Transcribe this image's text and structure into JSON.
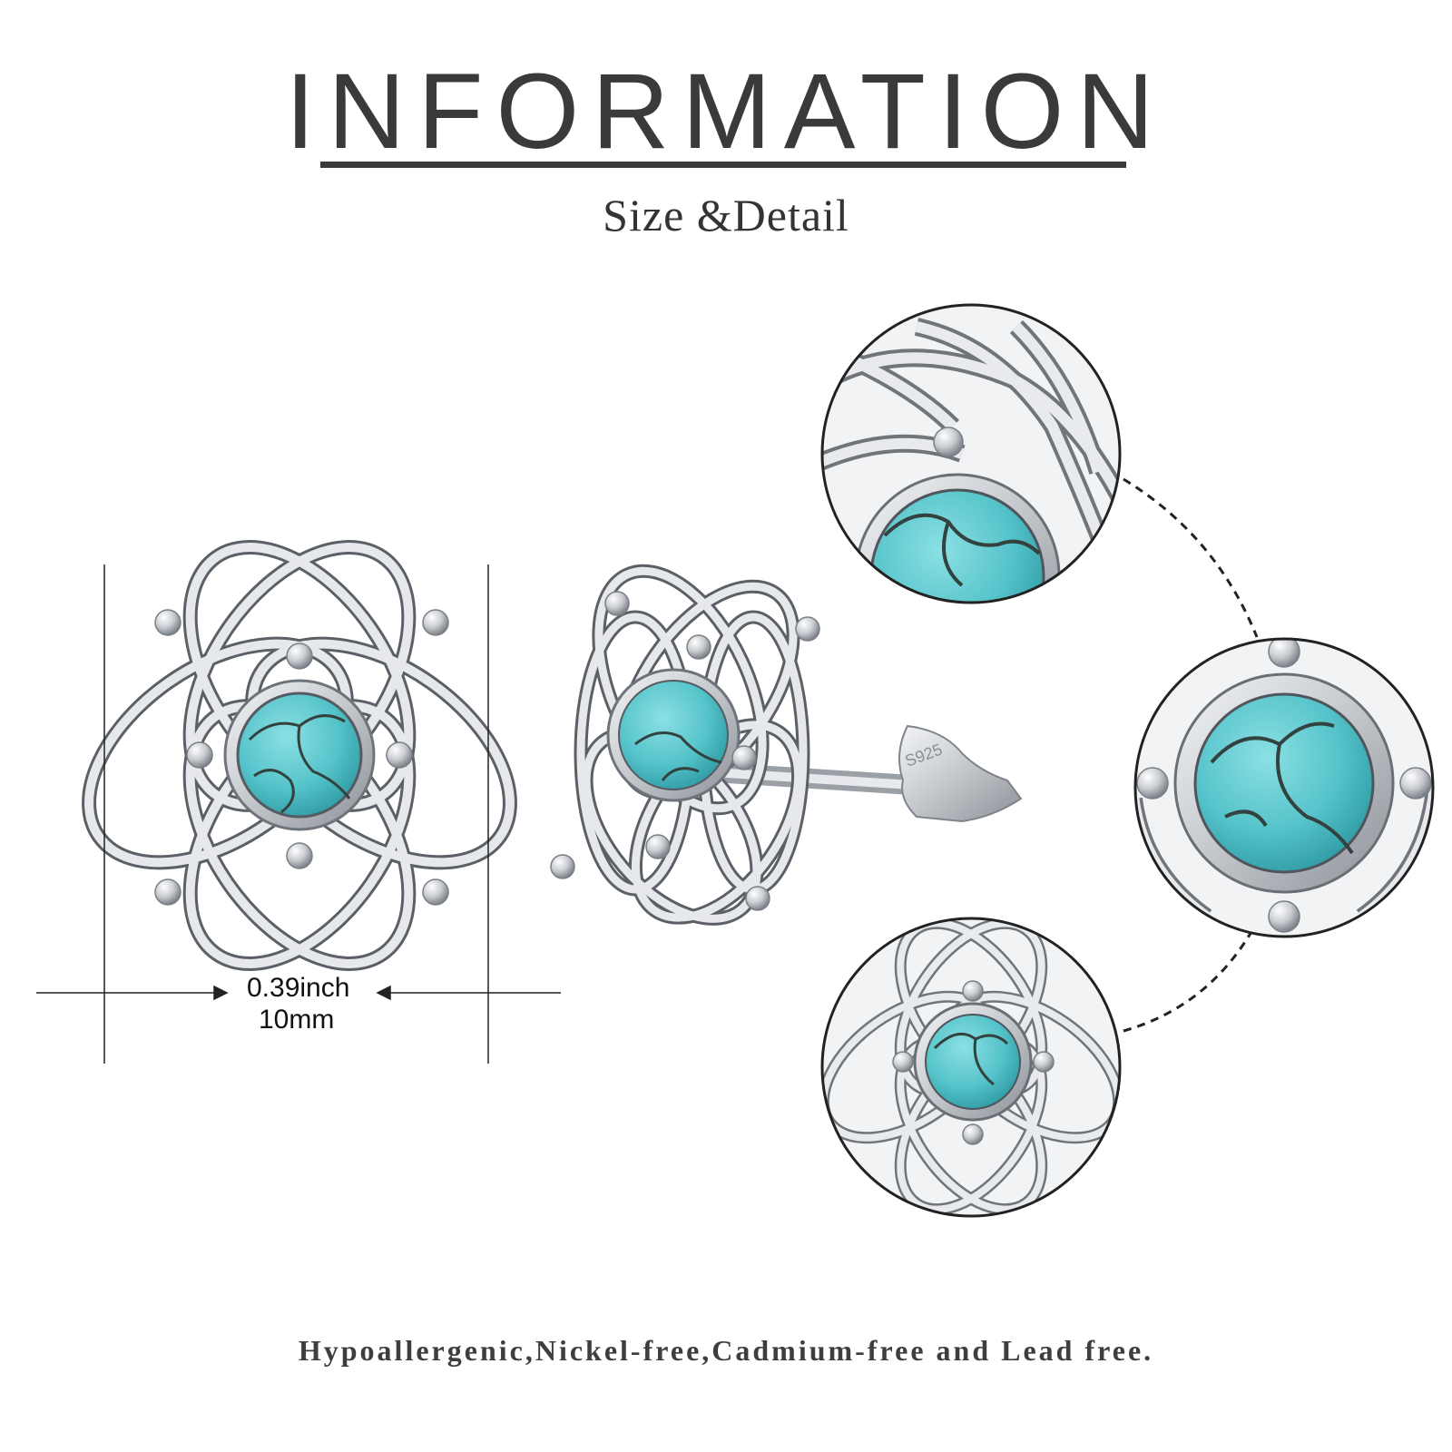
{
  "header": {
    "title": "INFORMATION",
    "subtitle": "Size &Detail"
  },
  "dimension": {
    "inch": "0.39inch",
    "mm": "10mm"
  },
  "post_stamp": "S925",
  "footer": {
    "text": "Hypoallergenic,Nickel-free,Cadmium-free and Lead free."
  },
  "colors": {
    "title": "#3a3a3a",
    "silver": "#c9ccd1",
    "turquoise": "#5cc8cf",
    "matrix": "#3b4a4a",
    "background": "#ffffff"
  }
}
